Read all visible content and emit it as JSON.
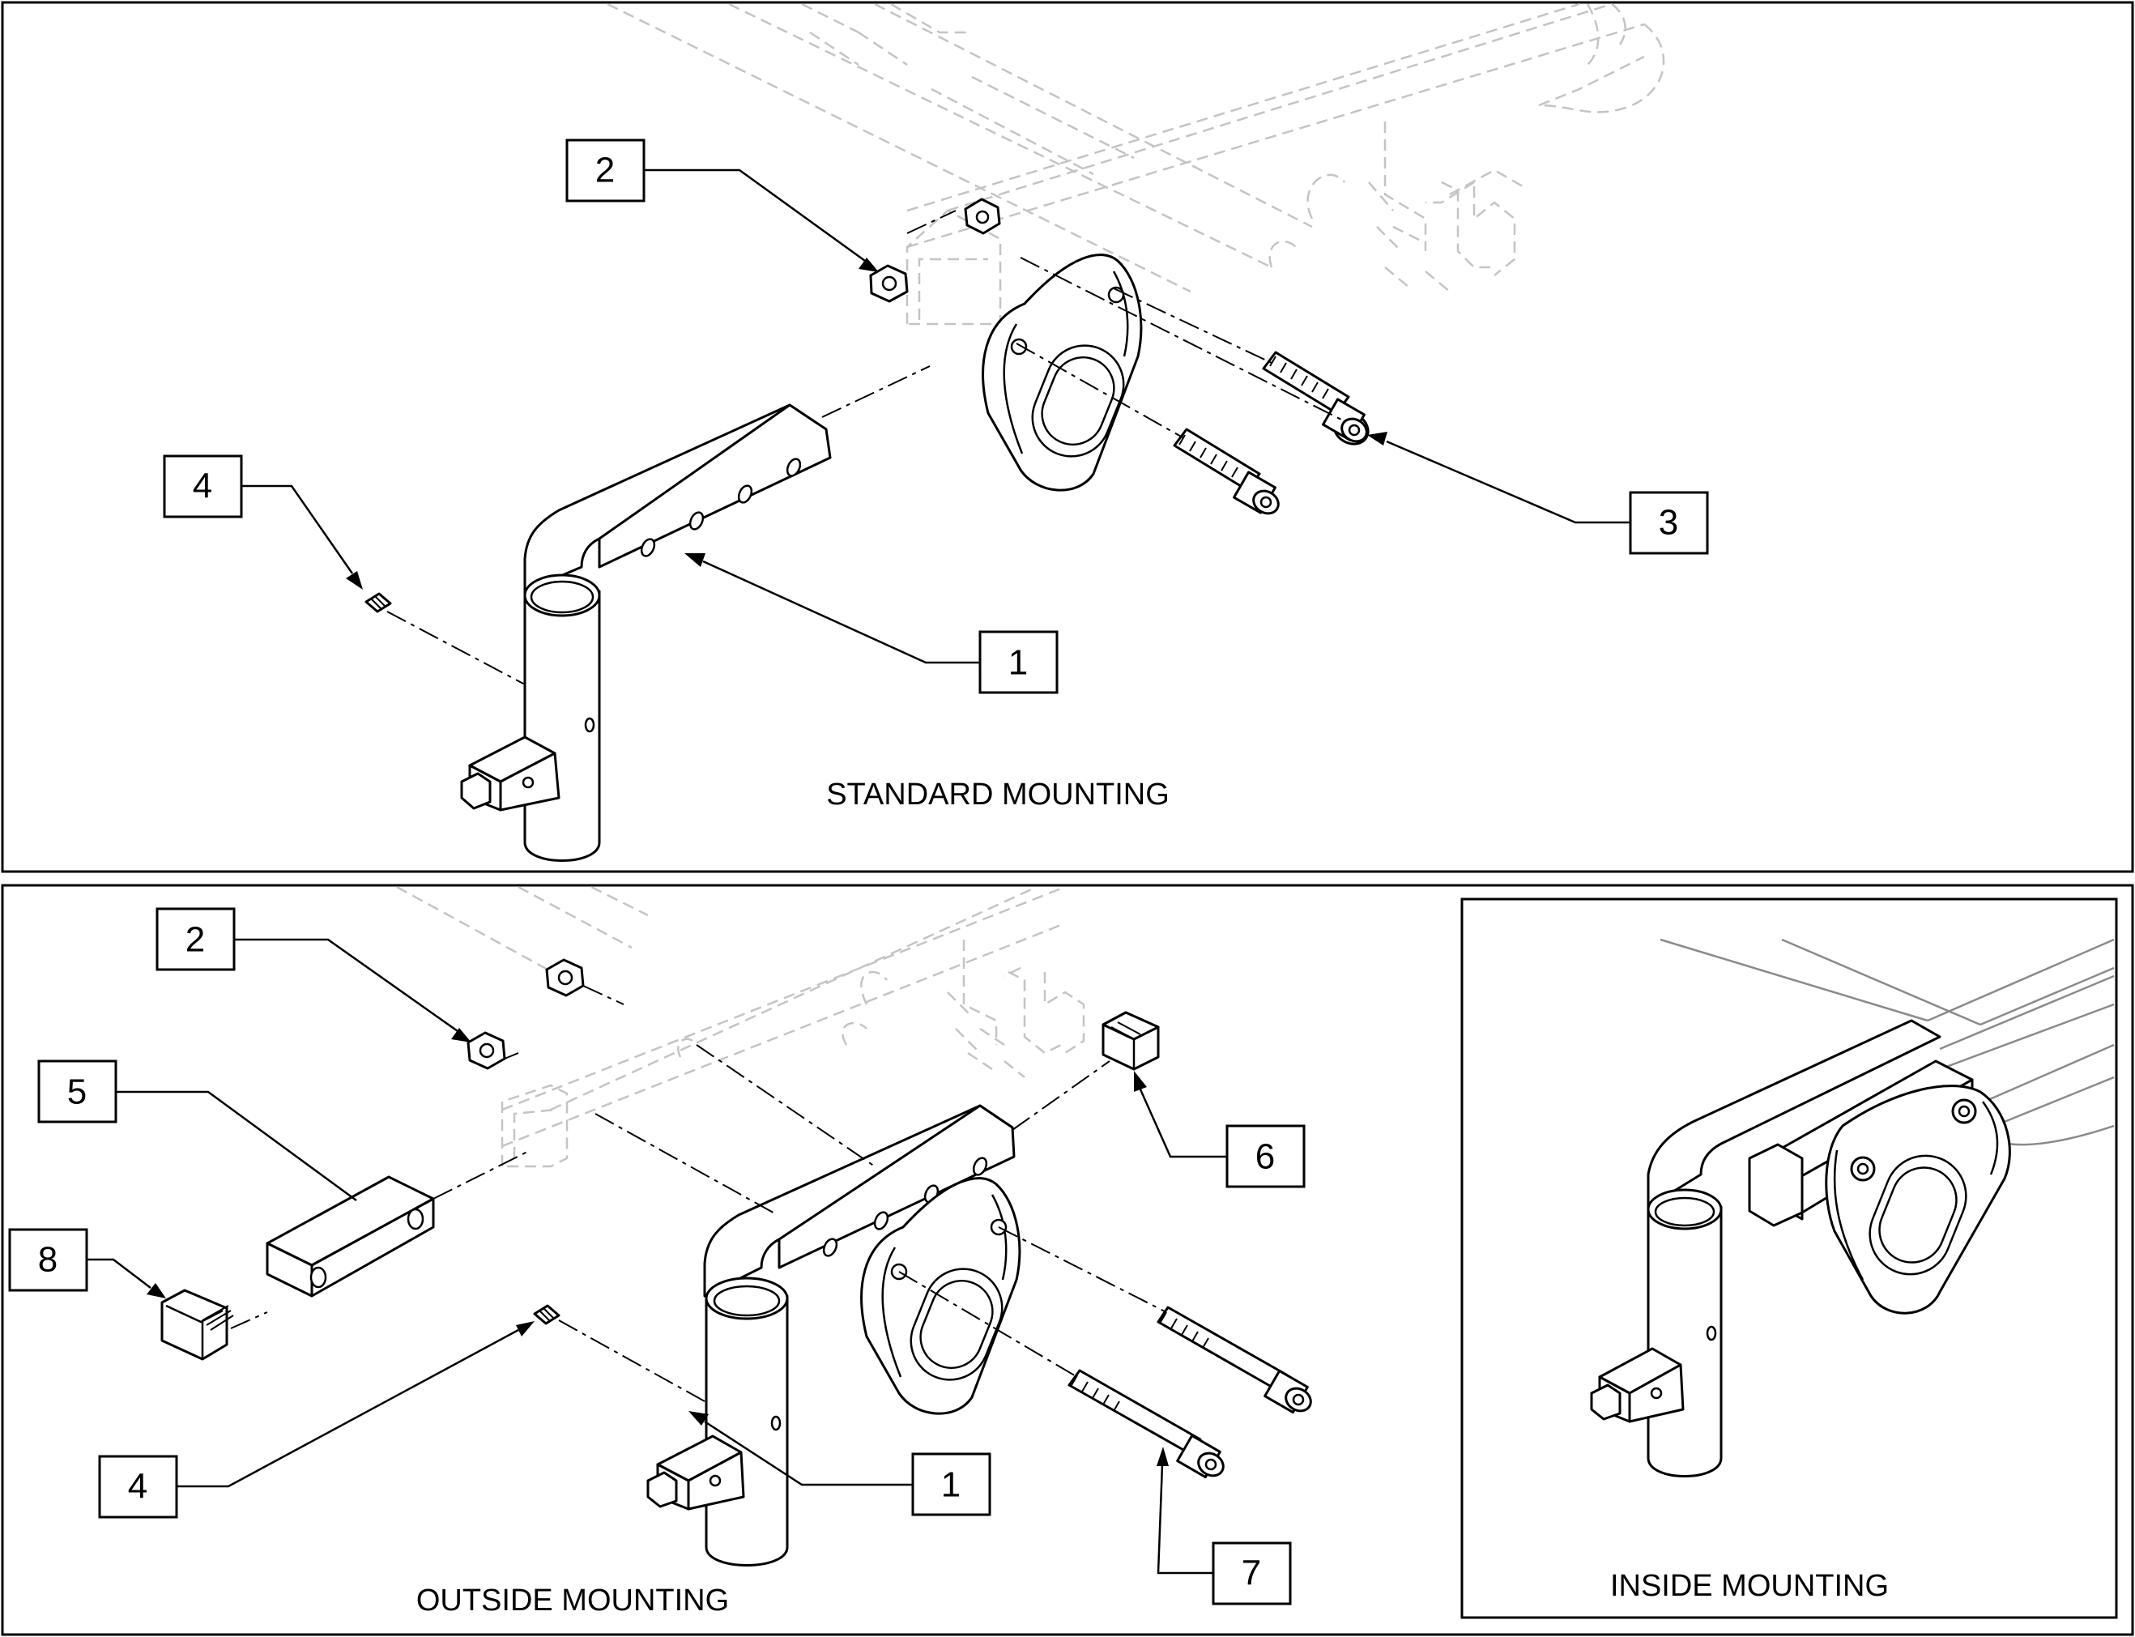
{
  "panels": {
    "standard": {
      "caption": "STANDARD MOUNTING",
      "callouts": [
        "2",
        "4",
        "3",
        "1"
      ]
    },
    "outside": {
      "caption": "OUTSIDE MOUNTING",
      "callouts": [
        "2",
        "5",
        "8",
        "6",
        "4",
        "1",
        "7"
      ]
    },
    "inside": {
      "caption": "INSIDE MOUNTING"
    }
  }
}
